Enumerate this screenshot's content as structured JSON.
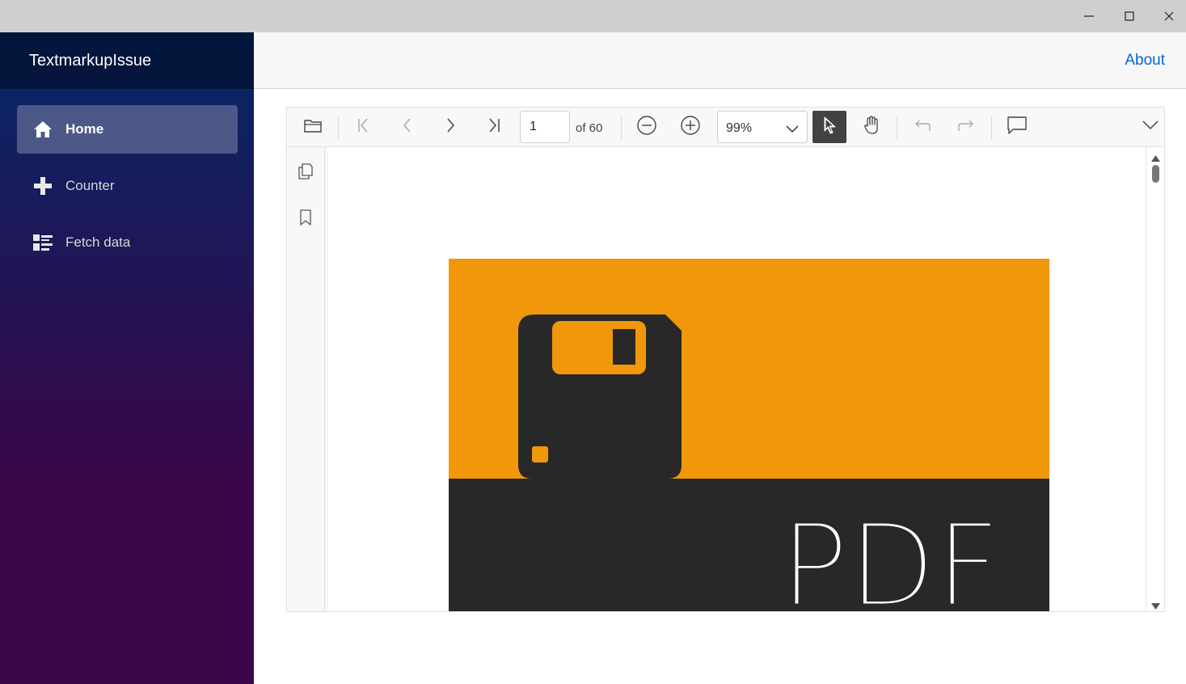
{
  "app": {
    "title": "TextmarkupIssue"
  },
  "nav": [
    {
      "label": "Home",
      "icon": "home-icon",
      "active": true
    },
    {
      "label": "Counter",
      "icon": "plus-icon"
    },
    {
      "label": "Fetch data",
      "icon": "list-icon"
    }
  ],
  "topbar": {
    "about": "About"
  },
  "viewer": {
    "page_number": "1",
    "page_total": "of 60",
    "zoom": "99%",
    "document_text": "PDF"
  },
  "colors": {
    "accent_link": "#0366d6",
    "pdf_orange": "#f0970a",
    "pdf_dark": "#282828"
  }
}
